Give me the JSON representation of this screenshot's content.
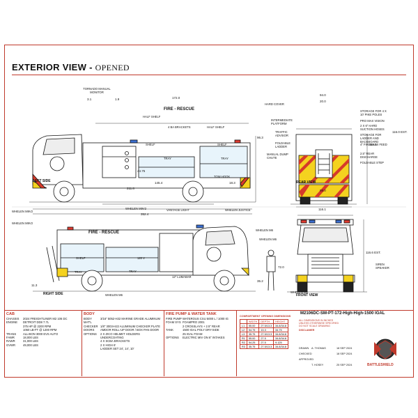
{
  "page_title": "EXTERIOR VIEW -",
  "page_subtitle": "OPENED",
  "views": {
    "left": "LEFT SIDE",
    "rear": "REAR VIEW",
    "right": "RIGHT SIDE",
    "front": "FRONT VIEW"
  },
  "body_text": {
    "left": "FIRE - RESCUE",
    "right": "FIRE - RESCUE"
  },
  "left_labels": {
    "tornado": "TORNADO MANUAL MONITOR",
    "half_shelf": "HALF SHELF",
    "brackets": "4 BA BRACKETS",
    "shelf": "SHELF",
    "tray": "TRAY",
    "tow_hook": "TOW HOOK"
  },
  "left_dims": {
    "d31": "3.1",
    "d19": "1.9",
    "d1720": "172.0",
    "d963": "96.3",
    "d4475": "44.75",
    "d1454": "145.4",
    "d183": "18.3",
    "d2118": "211.8",
    "d3524": "352.4"
  },
  "rear_labels": {
    "hard_cover": "HARD COVER",
    "storage_pike": "STORAGE FOR 4 X 10' PIKE POLES",
    "max_vision": "PRO MAX VISION",
    "suction": "2 X 6\" HARD SUCTION HOSES",
    "ladder_storage": "STORAGE FOR LADDER AND BACKBOARD",
    "firemaxx": "4\" FIREMAXX FEED",
    "discharge": "2.5\" REAR DISCHARGE",
    "foldable_step": "FOLDABLE STEP",
    "intermediate": "INTERMEDIATE PLATFORM",
    "traffic": "TRAFFIC ADVISOR",
    "foldable_ladder": "FOLDABLE LADDER",
    "manual_dump": "MANUAL DUMP CHUTE"
  },
  "rear_dims": {
    "d940": "94.0",
    "d200": "20.0",
    "d1160": "116.0 EST.",
    "d1145": "114.5",
    "d980": "98.0"
  },
  "right_labels": {
    "whelen_m9": "WHELEN M9V2",
    "whelen_m9b": "WHELEN M9V2",
    "vantage": "VANTAGE LIGHT",
    "whelen_justice": "WHELEN JUSTICE",
    "whelen_m6": "WHELEN M6",
    "whelen_m6b": "WHELEN M6",
    "shelf": "SHELF",
    "tray": "TRAY",
    "plug": "120 V",
    "lumabar": "12\" LUMABAR"
  },
  "right_dims": {
    "d113": "11.3"
  },
  "front_labels": {
    "whelen_m6": "WHELEN M6",
    "siren": "SIREN SPEAKER"
  },
  "front_dims": {
    "d1161": "116.1",
    "d1166": "116.6 EST.",
    "d720": "72.0",
    "d352": "35.2"
  },
  "cab": {
    "header": "CAB",
    "rows": [
      {
        "k": "CHASSIS",
        "v": "2024 FREIGHTLINER M2 106 DC"
      },
      {
        "k": "ENGINE",
        "v": "DETROIT DD8 7.7L"
      },
      {
        "k": "",
        "v": "375 HP @ 2200 RPM"
      },
      {
        "k": "",
        "v": "1060 LB-FT @ 1200 RPM"
      },
      {
        "k": "TRANS",
        "v": "ALLISON 3000 EVS AUTO"
      },
      {
        "k": "FAWR",
        "v": "18,000 LBS"
      },
      {
        "k": "RAWR",
        "v": "31,000 LBS"
      },
      {
        "k": "GVWR",
        "v": "49,000 LBS"
      }
    ]
  },
  "body": {
    "header": "BODY",
    "rows": [
      {
        "k": "BODY MAT'L",
        "v": "3/16\" 5052-H32 MARINE GRADE ALUMINUM"
      },
      {
        "k": "CHECKER",
        "v": "1/8\" 3003-H22 ALUMINUM CHECKER PLATE"
      },
      {
        "k": "DOORS",
        "v": "AMDOR ROLL-UP DOOR / BOX PAN DOOR"
      },
      {
        "k": "OPTIONS",
        "v": "2 X ZICO HELMET HOLDERS"
      },
      {
        "k": "",
        "v": "UNDERCOATING"
      },
      {
        "k": "",
        "v": "4 X SCBA BRACKETS"
      },
      {
        "k": "",
        "v": "2 X HIGH 6'"
      },
      {
        "k": "",
        "v": "LADDER SET 24', 14', 10'"
      }
    ]
  },
  "pump": {
    "header": "FIRE PUMP & WATER TANK",
    "rows": [
      {
        "k": "FIRE PUMP",
        "v": "WATEROUS CSU 5000 L / 1000 IG"
      },
      {
        "k": "FOAM SYS",
        "v": "FOAMPRO 2001"
      },
      {
        "k": "",
        "v": "2 CROSSLAYS + 2.5\" REAR"
      },
      {
        "k": "TANK",
        "v": "1500 IGAL POLY DRY-SIDE"
      },
      {
        "k": "",
        "v": "25 IGAL FOAM"
      },
      {
        "k": "OPTIONS",
        "v": "ELECTRIC MIV ON 6\" INTAKES"
      }
    ]
  },
  "compartments": {
    "header": "COMPARTMENT OPENING DIMENSIONS",
    "cols": [
      "",
      "WIDTH",
      "DEPTH",
      "HEIGHT"
    ],
    "rows": [
      [
        "L1",
        "55.00",
        "27.5/13.3",
        "34.8/34.8"
      ],
      [
        "L2",
        "54.75",
        "13.3",
        "34.75"
      ],
      [
        "L3",
        "35.75",
        "27.5/13.3",
        "34.8/34.8"
      ],
      [
        "R1",
        "55.00",
        "27.5",
        "34.8/34.8"
      ],
      [
        "R2",
        "54.25",
        "27.5",
        "9.125"
      ],
      [
        "R3",
        "35.75",
        "27.5/13.3",
        "34.8/34.8"
      ]
    ]
  },
  "title_block": {
    "model": "M2106DC-SM-PT-172-High-High-1500 IGAL",
    "notes": [
      "ALL DIMENSIONS IN INCHES",
      "UNLESS OTHERWISE SPECIFIED",
      "DO NOT SCALE DRAWING"
    ],
    "disclaimer": "DISCLAIMER",
    "drawn_label": "DRAWN",
    "drawn_by": "A. THOMAS",
    "drawn_date": "18 SEP 2024",
    "checked_label": "CHECKED",
    "approved_label": "APPROVED",
    "approved_by": "T. HOSEY",
    "approved_date": "25 SEP 2024",
    "logo_text": "BATTLESHIELD"
  },
  "colors": {
    "frame": "#c0392b",
    "chevron_red": "#d63a2a",
    "chevron_yellow": "#f4d21f",
    "warn_red": "#e03c31"
  }
}
